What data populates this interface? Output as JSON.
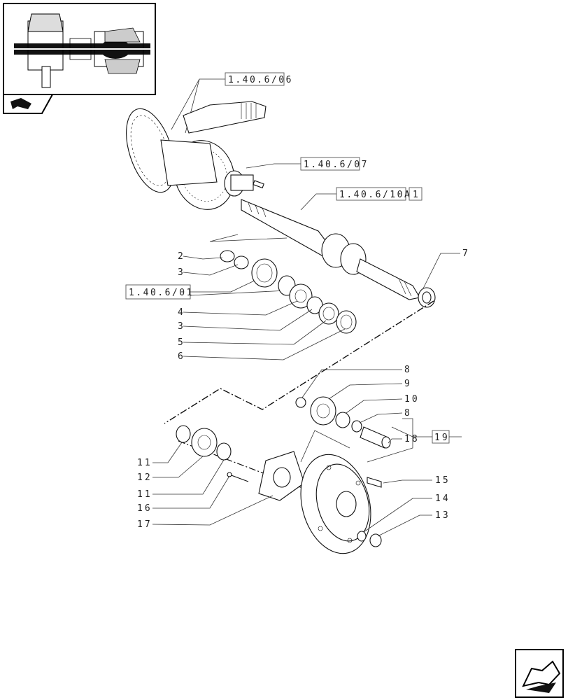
{
  "references": {
    "ref1": "1.40.6/06",
    "ref2": "1.40.6/07",
    "ref3": "1.40.6/10A",
    "ref3_suffix": "1",
    "ref4": "1.40.6/01",
    "group": "19"
  },
  "callouts": {
    "c2": "2",
    "c3a": "3",
    "c4": "4",
    "c3b": "3",
    "c5": "5",
    "c6": "6",
    "c7": "7",
    "c8a": "8",
    "c9": "9",
    "c10": "10",
    "c8b": "8",
    "c18": "18",
    "c11a": "11",
    "c12": "12",
    "c11b": "11",
    "c16": "16",
    "c17": "17",
    "c15": "15",
    "c14": "14",
    "c13": "13"
  },
  "icons": {
    "thumbnail": "axle-assembly-thumbnail",
    "nav_badge": "flag-icon",
    "next_page": "next-page-arrow-icon"
  }
}
